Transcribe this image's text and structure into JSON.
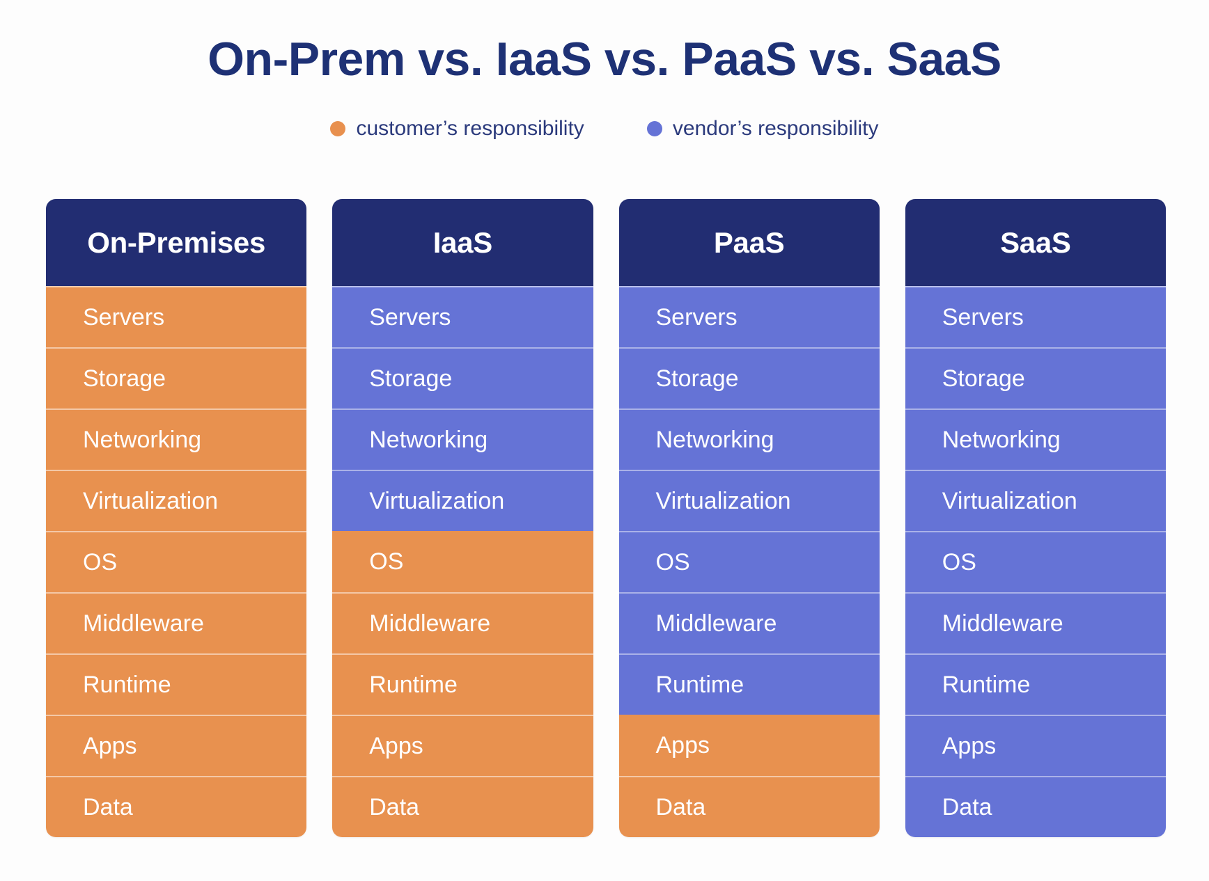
{
  "title": "On-Prem vs. IaaS vs. PaaS vs. SaaS",
  "legend": {
    "items": [
      {
        "label": "customer’s responsibility",
        "color": "#e8904e",
        "key": "customer",
        "icon": "legend-dot-icon"
      },
      {
        "label": "vendor’s responsibility",
        "color": "#6573d6",
        "key": "vendor",
        "icon": "legend-dot-icon"
      }
    ]
  },
  "colors": {
    "header": "#222d72",
    "customer": "#e8914f",
    "vendor": "#6573d6",
    "title_text": "#1e3175",
    "legend_text": "#2b3a7c",
    "background": "#fdfdfd",
    "cell_text": "#ffffff"
  },
  "layers": [
    "Servers",
    "Storage",
    "Networking",
    "Virtualization",
    "OS",
    "Middleware",
    "Runtime",
    "Apps",
    "Data"
  ],
  "chart_data": {
    "type": "table",
    "title": "On-Prem vs. IaaS vs. PaaS vs. SaaS",
    "categories": [
      "On-Premises",
      "IaaS",
      "PaaS",
      "SaaS"
    ],
    "rows": [
      "Servers",
      "Storage",
      "Networking",
      "Virtualization",
      "OS",
      "Middleware",
      "Runtime",
      "Apps",
      "Data"
    ],
    "legend": [
      "customer’s responsibility",
      "vendor’s responsibility"
    ],
    "legend_position": "top-center",
    "values": [
      [
        "customer",
        "vendor",
        "vendor",
        "vendor"
      ],
      [
        "customer",
        "vendor",
        "vendor",
        "vendor"
      ],
      [
        "customer",
        "vendor",
        "vendor",
        "vendor"
      ],
      [
        "customer",
        "vendor",
        "vendor",
        "vendor"
      ],
      [
        "customer",
        "customer",
        "vendor",
        "vendor"
      ],
      [
        "customer",
        "customer",
        "vendor",
        "vendor"
      ],
      [
        "customer",
        "customer",
        "vendor",
        "vendor"
      ],
      [
        "customer",
        "customer",
        "customer",
        "vendor"
      ],
      [
        "customer",
        "customer",
        "customer",
        "vendor"
      ]
    ]
  },
  "columns": [
    {
      "header": "On-Premises",
      "cells": [
        {
          "label": "Servers",
          "owner": "customer"
        },
        {
          "label": "Storage",
          "owner": "customer"
        },
        {
          "label": "Networking",
          "owner": "customer"
        },
        {
          "label": "Virtualization",
          "owner": "customer"
        },
        {
          "label": "OS",
          "owner": "customer"
        },
        {
          "label": "Middleware",
          "owner": "customer"
        },
        {
          "label": "Runtime",
          "owner": "customer"
        },
        {
          "label": "Apps",
          "owner": "customer"
        },
        {
          "label": "Data",
          "owner": "customer"
        }
      ]
    },
    {
      "header": "IaaS",
      "cells": [
        {
          "label": "Servers",
          "owner": "vendor"
        },
        {
          "label": "Storage",
          "owner": "vendor"
        },
        {
          "label": "Networking",
          "owner": "vendor"
        },
        {
          "label": "Virtualization",
          "owner": "vendor"
        },
        {
          "label": "OS",
          "owner": "customer"
        },
        {
          "label": "Middleware",
          "owner": "customer"
        },
        {
          "label": "Runtime",
          "owner": "customer"
        },
        {
          "label": "Apps",
          "owner": "customer"
        },
        {
          "label": "Data",
          "owner": "customer"
        }
      ]
    },
    {
      "header": "PaaS",
      "cells": [
        {
          "label": "Servers",
          "owner": "vendor"
        },
        {
          "label": "Storage",
          "owner": "vendor"
        },
        {
          "label": "Networking",
          "owner": "vendor"
        },
        {
          "label": "Virtualization",
          "owner": "vendor"
        },
        {
          "label": "OS",
          "owner": "vendor"
        },
        {
          "label": "Middleware",
          "owner": "vendor"
        },
        {
          "label": "Runtime",
          "owner": "vendor"
        },
        {
          "label": "Apps",
          "owner": "customer"
        },
        {
          "label": "Data",
          "owner": "customer"
        }
      ]
    },
    {
      "header": "SaaS",
      "cells": [
        {
          "label": "Servers",
          "owner": "vendor"
        },
        {
          "label": "Storage",
          "owner": "vendor"
        },
        {
          "label": "Networking",
          "owner": "vendor"
        },
        {
          "label": "Virtualization",
          "owner": "vendor"
        },
        {
          "label": "OS",
          "owner": "vendor"
        },
        {
          "label": "Middleware",
          "owner": "vendor"
        },
        {
          "label": "Runtime",
          "owner": "vendor"
        },
        {
          "label": "Apps",
          "owner": "vendor"
        },
        {
          "label": "Data",
          "owner": "vendor"
        }
      ]
    }
  ]
}
